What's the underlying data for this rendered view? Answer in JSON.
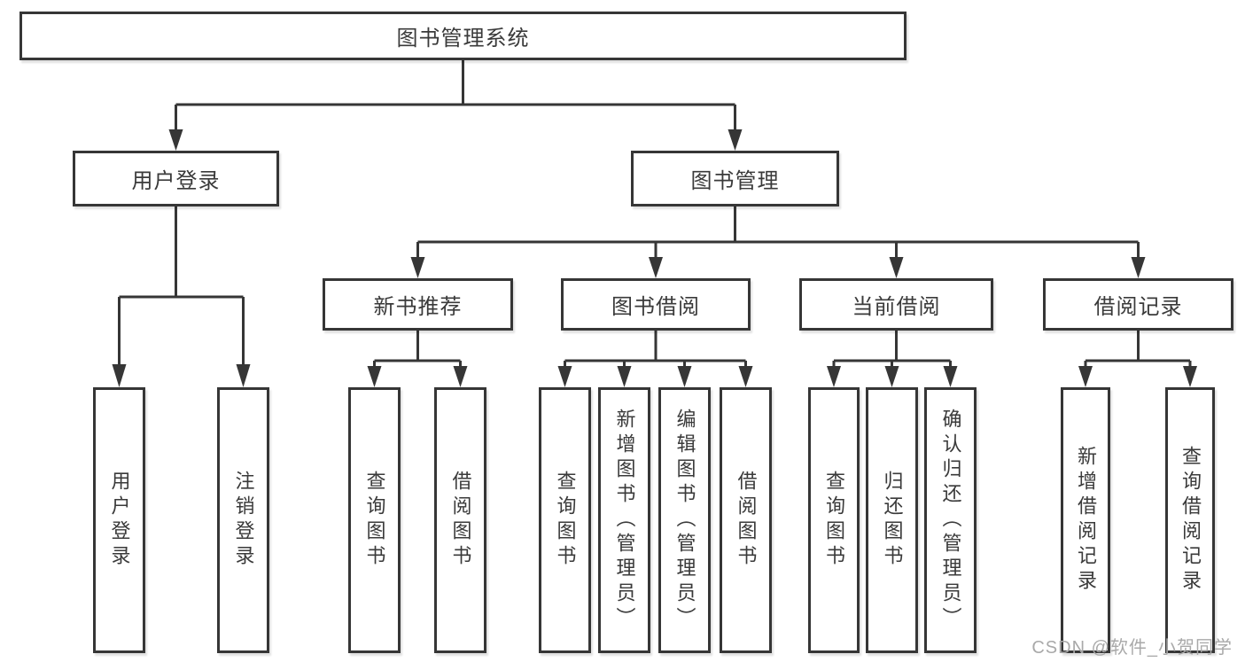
{
  "diagram": {
    "title": "图书管理系统",
    "type": "hierarchy-tree",
    "levels": 4
  },
  "colors": {
    "line": "#363636",
    "box_border": "#363636",
    "box_background": "#ffffff",
    "text": "#3a3a3a",
    "watermark": "#a9a9a9"
  },
  "nodes": {
    "root": {
      "label": "图书管理系统"
    },
    "user_login": {
      "label": "用户登录"
    },
    "book_mgmt": {
      "label": "图书管理"
    },
    "new_book_rec": {
      "label": "新书推荐"
    },
    "book_borrow": {
      "label": "图书借阅"
    },
    "current_borrow": {
      "label": "当前借阅"
    },
    "borrow_record": {
      "label": "借阅记录"
    },
    "login_leaf": {
      "label": "用户登录"
    },
    "logout_leaf": {
      "label": "注销登录"
    },
    "rec_query_book": {
      "label": "查询图书"
    },
    "rec_borrow_book": {
      "label": "借阅图书"
    },
    "bor_query_book": {
      "label": "查询图书"
    },
    "bor_add_book": {
      "label": "新增图书（管理员）"
    },
    "bor_edit_book": {
      "label": "编辑图书（管理员）"
    },
    "bor_borrow_book": {
      "label": "借阅图书"
    },
    "cur_query_book": {
      "label": "查询图书"
    },
    "cur_return_book": {
      "label": "归还图书"
    },
    "cur_confirm_return": {
      "label": "确认归还（管理员）"
    },
    "brec_add_record": {
      "label": "新增借阅记录"
    },
    "brec_query_record": {
      "label": "查询借阅记录"
    }
  },
  "watermark": {
    "text": "CSDN @软件_小贺同学"
  }
}
